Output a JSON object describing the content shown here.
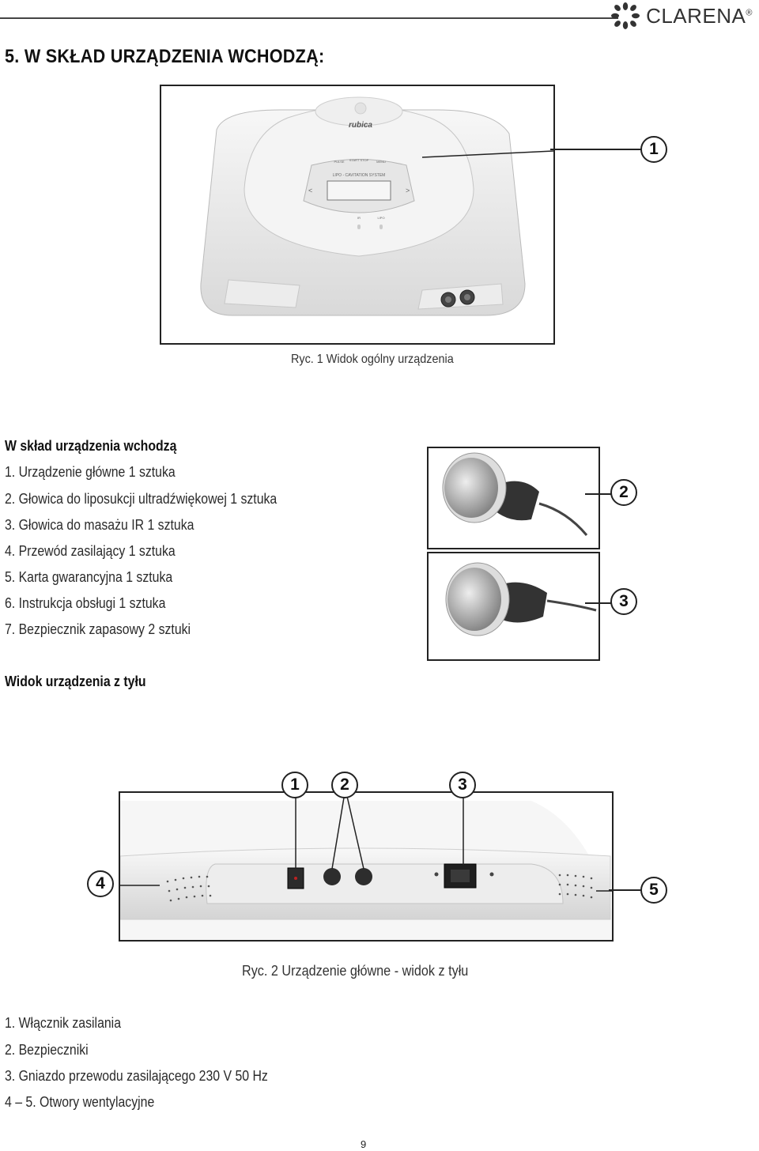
{
  "header": {
    "brand": "CLARENA",
    "brand_mark": "®"
  },
  "section_title": "5. W SKŁAD URZĄDZENIA WCHODZĄ:",
  "figure1": {
    "device_logo": "rubica",
    "panel_labels": [
      "PULSE",
      "START STOP",
      "MENU"
    ],
    "screen_title": "LIPO - CAVITATION SYSTEM",
    "indicator_labels": [
      "IR",
      "LIPO"
    ],
    "callout": "1",
    "caption": "Ryc. 1 Widok ogólny urządzenia"
  },
  "contents": {
    "heading": "W skład urządzenia wchodzą",
    "items": [
      "1. Urządzenie główne 1 sztuka",
      "2. Głowica do liposukcji ultradźwiękowej 1 sztuka",
      "3. Głowica do masażu IR 1 sztuka",
      "4. Przewód zasilający 1 sztuka",
      "5. Karta gwarancyjna 1 sztuka",
      "6. Instrukcja obsługi 1 sztuka",
      "7. Bezpiecznik zapasowy 2 sztuki"
    ],
    "callouts": [
      "2",
      "3"
    ]
  },
  "rear_view": {
    "heading": "Widok urządzenia z tyłu",
    "callouts_top": [
      "1",
      "2",
      "3"
    ],
    "callout_left": "4",
    "callout_right": "5",
    "caption": "Ryc. 2 Urządzenie główne - widok z tyłu",
    "items": [
      "1. Włącznik zasilania",
      "2. Bezpieczniki",
      "3. Gniazdo przewodu zasilającego 230 V 50 Hz",
      "4 – 5. Otwory wentylacyjne"
    ]
  },
  "page_number": "9"
}
